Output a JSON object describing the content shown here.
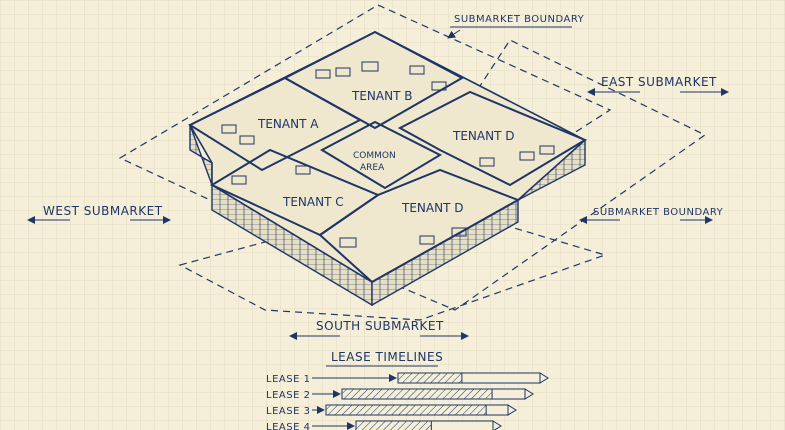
{
  "colors": {
    "paper": "#f5efd9",
    "grid": "#ddd6bd",
    "ink": "#1f3566",
    "floor": "#efe8cf",
    "wall": "#e6dfc4"
  },
  "labels": {
    "submarket_boundary_top": "SUBMARKET BOUNDARY",
    "submarket_boundary_right": "SUBMARKET BOUNDARY",
    "east_submarket": "EAST SUBMARKET",
    "west_submarket": "WEST SUBMARKET",
    "south_submarket": "SOUTH SUBMARKET",
    "lease_timelines": "LEASE TIMELINES"
  },
  "tenants": {
    "a": "TENANT A",
    "b": "TENANT B",
    "c": "TENANT C",
    "d_upper": "TENANT D",
    "d_lower": "TENANT D",
    "common_line1": "COMMON",
    "common_line2": "AREA"
  },
  "leases": [
    {
      "label": "LEASE 1",
      "progress": 0.45
    },
    {
      "label": "LEASE 2",
      "progress": 0.82
    },
    {
      "label": "LEASE 3",
      "progress": 0.88
    },
    {
      "label": "LEASE 4",
      "progress": 0.55
    }
  ]
}
